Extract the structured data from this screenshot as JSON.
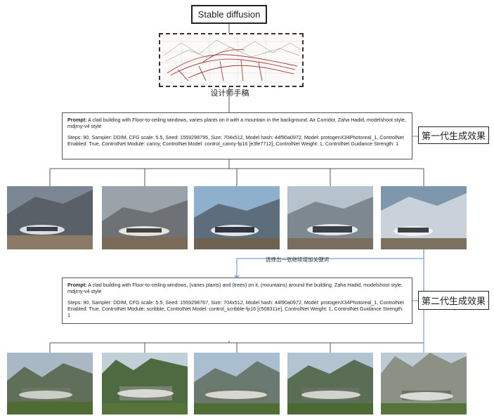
{
  "diagram": {
    "title": "Stable diffusion",
    "sketch_label": "设计师手稿",
    "annotation_select": "选择出一张继续增加关键词",
    "stage1": {
      "label": "第一代生成效果",
      "prompt_key": "Prompt:",
      "prompt_text": " A clad building with Floor-to-ceiling windows, varies plants on it with a mountain in the background. Air Corridor, Zaha Hadid, modelshoot style, mdjrny-v4 style",
      "params": "Steps: 90, Sampler: DDIM, CFG scale: 5.5, Seed: 1559298795, Size: 704x512, Model hash: 44f90a0972, Model: protogenX34Photoreal_1, ControlNet Enabled: True, ControlNet Module: canny, ControlNet Model: control_canny-fp16 [e3fe7712], ControlNet Weight: 1, ControlNet Guidance Strength: 1"
    },
    "stage2": {
      "label": "第二代生成效果",
      "prompt_key": "Prompt:",
      "prompt_text": " A clad building with Floor-to-ceiling windows, (varies plants) and (trees) on it, (mountains) around the building, Zaha Hadid, modelshoot style, mdjrny-v4 style",
      "params": "Steps: 90, Sampler: DDIM, CFG scale: 5.5, Seed: 1559298767, Size: 704x512, Model hash: 44f90a0972, Model: protogenX34Photoreal_1, ControlNet Enabled: True, ControlNet Module: scribble, ControlNet Model: control_scribble-fp16 [c508311e], ControlNet Weight: 1, ControlNet Guidance Strength: 1"
    }
  },
  "colors": {
    "accent_blue": "#8fb4d6",
    "sketch_red": "#a83a3a",
    "border": "#222222"
  }
}
